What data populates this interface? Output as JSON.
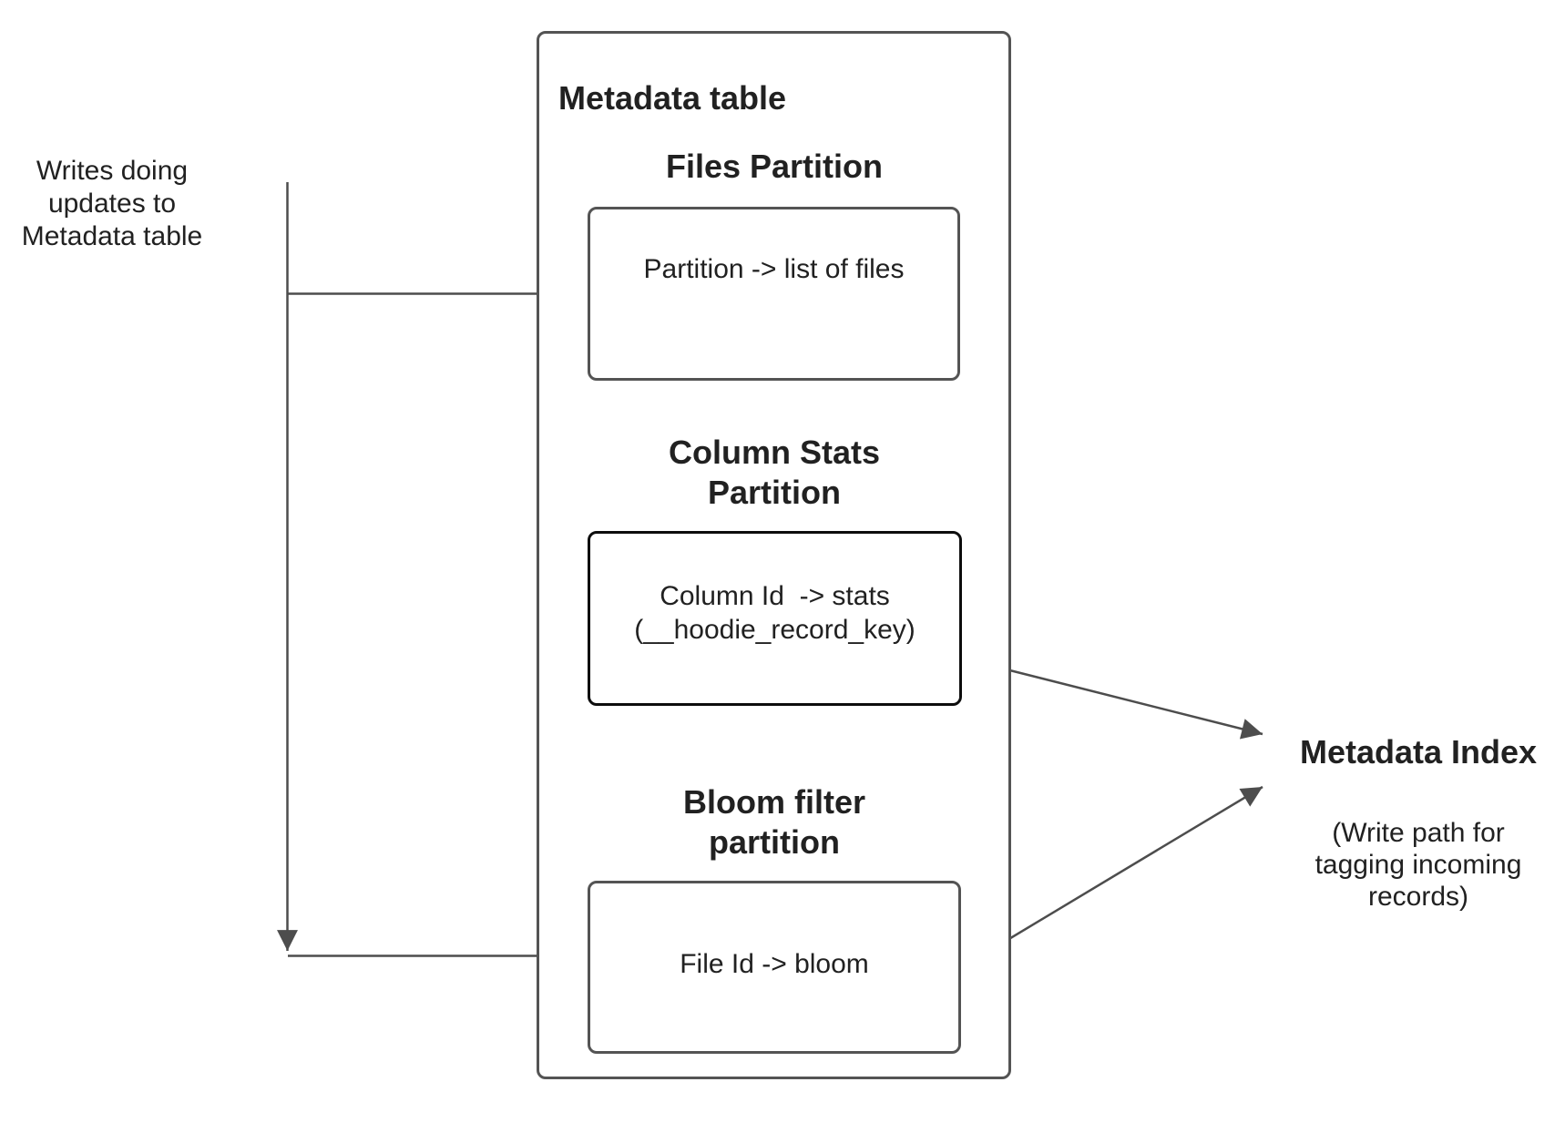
{
  "diagram": {
    "writes_note": "Writes doing\nupdates to\nMetadata table",
    "metadata_table": {
      "title": "Metadata table",
      "files_partition": {
        "heading": "Files Partition",
        "box_text": "Partition -> list of files"
      },
      "column_stats_partition": {
        "heading": "Column Stats\nPartition",
        "box_text": "Column Id  -> stats\n(__hoodie_record_key)"
      },
      "bloom_filter_partition": {
        "heading": "Bloom filter\npartition",
        "box_text": "File Id -> bloom"
      }
    },
    "metadata_index": {
      "title": "Metadata Index",
      "note": "(Write path for\ntagging incoming\nrecords)"
    }
  },
  "colors": {
    "connector": "#4d4d4d",
    "box_border": "#545454",
    "emphasis_border": "#0d0d0d",
    "text": "#212121",
    "background": "#ffffff"
  }
}
